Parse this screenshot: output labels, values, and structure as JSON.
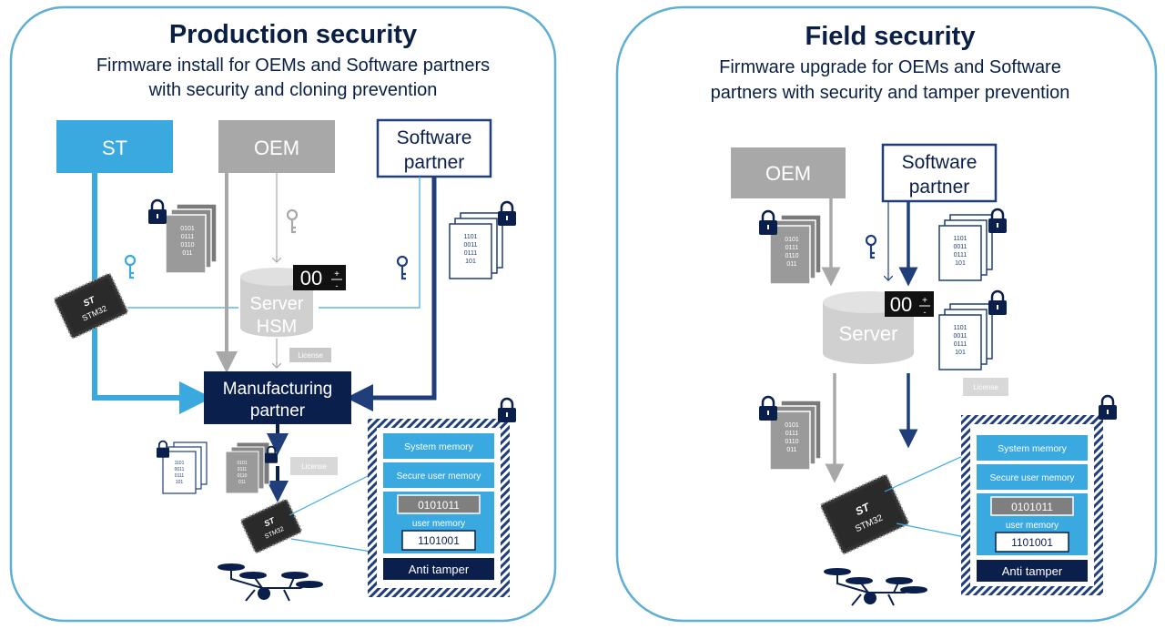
{
  "colors": {
    "panel_border": "#5eaed6",
    "st_blue": "#3aa9e0",
    "navy": "#0b1f4d",
    "dark_blue": "#1f3e7a",
    "grey": "#a8a8a8",
    "light_grey": "#c8c8c8"
  },
  "production": {
    "title": "Production security",
    "subtitle_line1": "Firmware install for OEMs and Software partners",
    "subtitle_line2": "with security and cloning prevention",
    "st_label": "ST",
    "oem_label": "OEM",
    "software_partner_line1": "Software",
    "software_partner_line2": "partner",
    "server_line1": "Server",
    "server_line2": "HSM",
    "counter": "00",
    "license_label": "License",
    "license_label2": "License",
    "manufacturing_line1": "Manufacturing",
    "manufacturing_line2": "partner",
    "chip_label": "STM32",
    "firmware_grey": [
      "0101",
      "0111",
      "0110",
      "011"
    ],
    "firmware_blue": [
      "1101",
      "0011",
      "0111",
      "101"
    ],
    "memory": {
      "system": "System memory",
      "secure_user": "Secure user memory",
      "value_grey": "0101011",
      "user": "user memory",
      "value_white": "1101001",
      "anti_tamper": "Anti tamper"
    }
  },
  "field": {
    "title": "Field security",
    "subtitle_line1": "Firmware upgrade for OEMs and Software",
    "subtitle_line2": "partners with security and tamper prevention",
    "oem_label": "OEM",
    "software_partner_line1": "Software",
    "software_partner_line2": "partner",
    "server_label": "Server",
    "counter": "00",
    "license_label": "License",
    "chip_label": "STM32",
    "firmware_grey": [
      "0101",
      "0111",
      "0110",
      "011"
    ],
    "firmware_blue": [
      "1101",
      "0011",
      "0111",
      "101"
    ],
    "memory": {
      "system": "System memory",
      "secure_user": "Secure user memory",
      "value_grey": "0101011",
      "user": "user memory",
      "value_white": "1101001",
      "anti_tamper": "Anti tamper"
    }
  }
}
